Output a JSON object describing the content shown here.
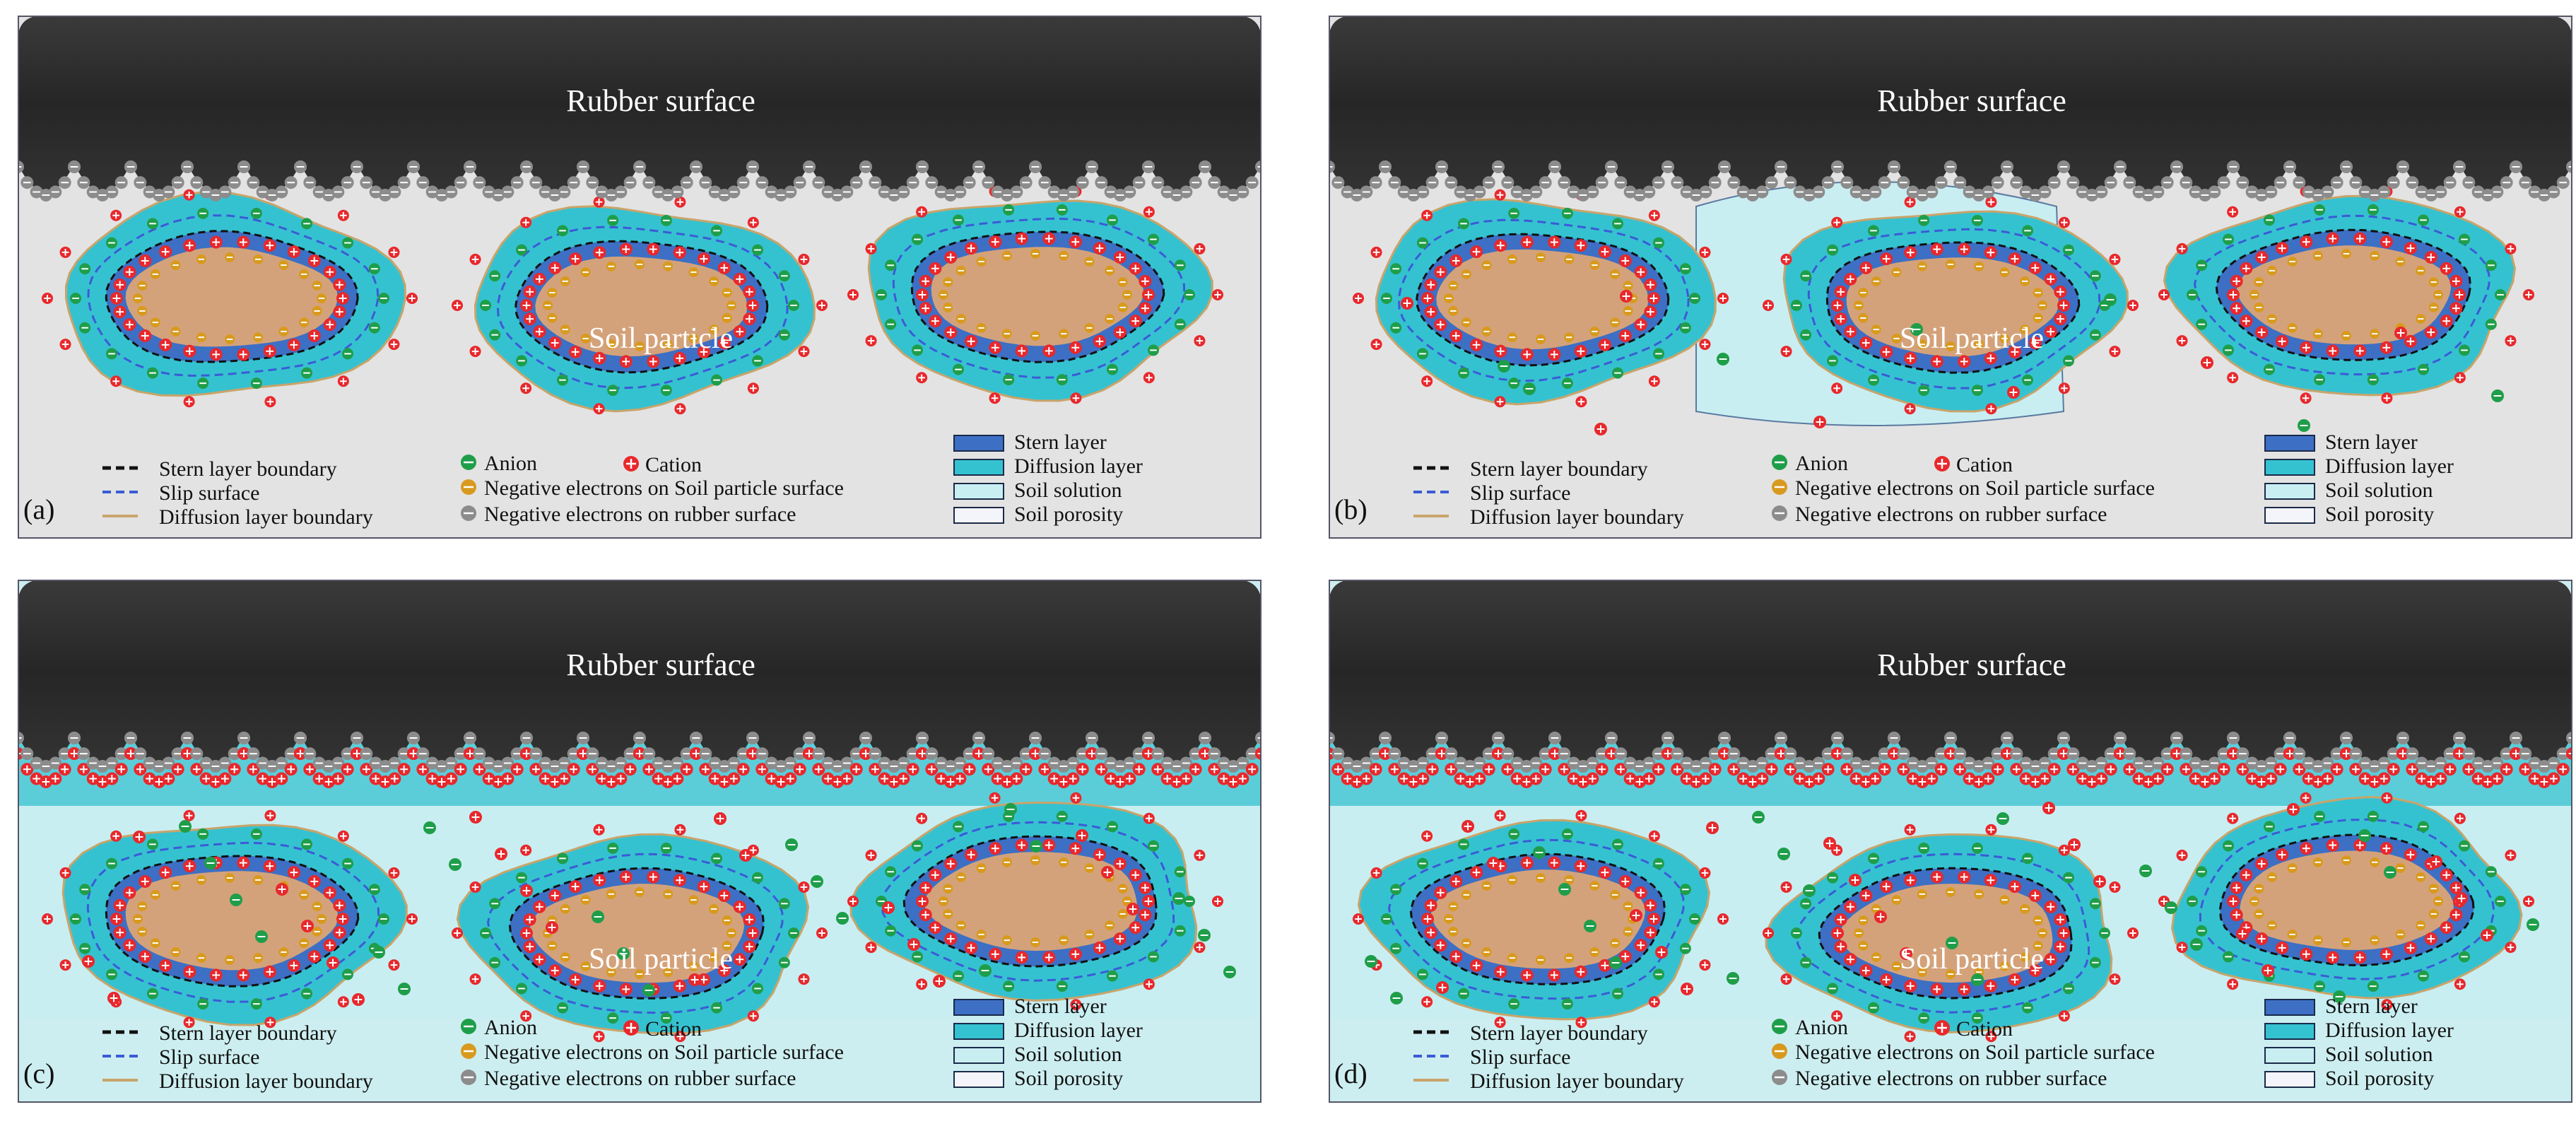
{
  "panels": [
    {
      "id": "a",
      "panel_label": "(a)",
      "surface_label": "Rubber surface",
      "soil_label": "Soil particle",
      "stage": "contact",
      "background": "#e3e3e3",
      "legend": {
        "lines": [
          "Stern layer boundary",
          "Slip surface",
          "Diffusion layer boundary"
        ],
        "symbols": [
          "Anion",
          "Cation",
          "Negative electrons on Soil particle surface",
          "Negative electrons on rubber surface"
        ],
        "boxes": [
          "Stern layer",
          "Diffusion layer",
          "Soil solution",
          "Soil porosity"
        ]
      }
    },
    {
      "id": "b",
      "panel_label": "(b)",
      "surface_label": "Rubber surface",
      "soil_label": "Soil particle",
      "stage": "bridge",
      "background": "#e3e3e3",
      "legend": {
        "lines": [
          "Stern layer boundary",
          "Slip surface",
          "Diffusion layer boundary"
        ],
        "symbols": [
          "Anion",
          "Cation",
          "Negative electrons on Soil particle surface",
          "Negative electrons on rubber surface"
        ],
        "boxes": [
          "Stern layer",
          "Diffusion layer",
          "Soil solution",
          "Soil porosity"
        ]
      }
    },
    {
      "id": "c",
      "panel_label": "(c)",
      "surface_label": "Rubber surface",
      "soil_label": "Soil particle",
      "stage": "wet",
      "background": "#cdeef0",
      "legend": {
        "lines": [
          "Stern layer boundary",
          "Slip surface",
          "Diffusion layer boundary"
        ],
        "symbols": [
          "Anion",
          "Cation",
          "Negative electrons on Soil particle surface",
          "Negative electrons on rubber surface"
        ],
        "boxes": [
          "Stern layer",
          "Diffusion layer",
          "Soil solution",
          "Soil porosity"
        ]
      }
    },
    {
      "id": "d",
      "panel_label": "(d)",
      "surface_label": "Rubber surface",
      "soil_label": "Soil particle",
      "stage": "detached",
      "background": "#cdeef0",
      "legend": {
        "lines": [
          "Stern layer boundary",
          "Slip surface",
          "Diffusion layer boundary"
        ],
        "symbols": [
          "Anion",
          "Cation",
          "Negative electrons on Soil particle surface",
          "Negative electrons on rubber surface"
        ],
        "boxes": [
          "Stern layer",
          "Diffusion layer",
          "Soil solution",
          "Soil porosity"
        ]
      }
    }
  ],
  "colors": {
    "rubber": "#2e2e2e",
    "stern_layer": "#3d6fc4",
    "diffusion_layer": "#35c2d0",
    "soil_solution": "#c9eef2",
    "soil_particle": "#d4a27a",
    "cation": "#e8282c",
    "anion": "#1f9e4a",
    "soil_electron": "#d89a1e",
    "rubber_electron": "#8c8c8c",
    "diffusion_boundary": "#c9a46a",
    "slip_surface": "#3b5bd6"
  }
}
